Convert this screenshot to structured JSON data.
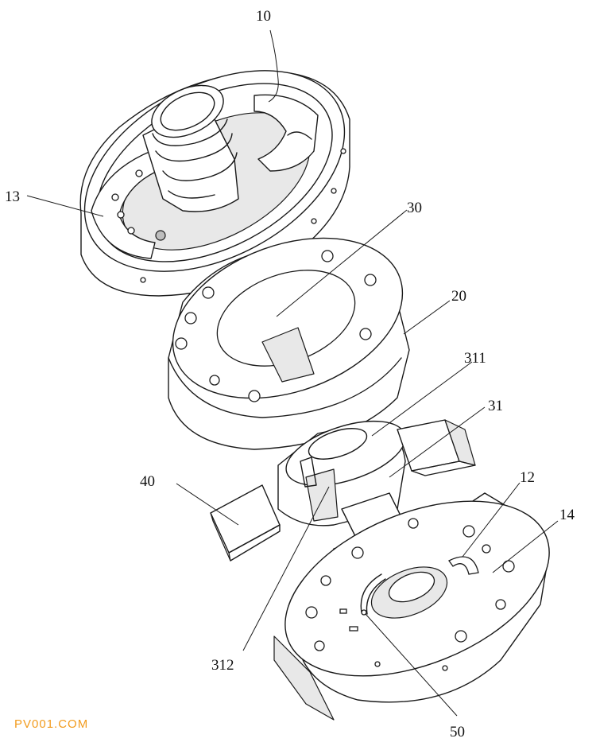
{
  "labels": {
    "p10": "10",
    "p13": "13",
    "p30": "30",
    "p20": "20",
    "p311": "311",
    "p31": "31",
    "p40": "40",
    "p12": "12",
    "p14": "14",
    "p312": "312",
    "p50": "50"
  },
  "watermark": "PV001.COM",
  "colors": {
    "line": "#1a1a1a",
    "watermark": "#f29b1d",
    "background": "#ffffff"
  }
}
